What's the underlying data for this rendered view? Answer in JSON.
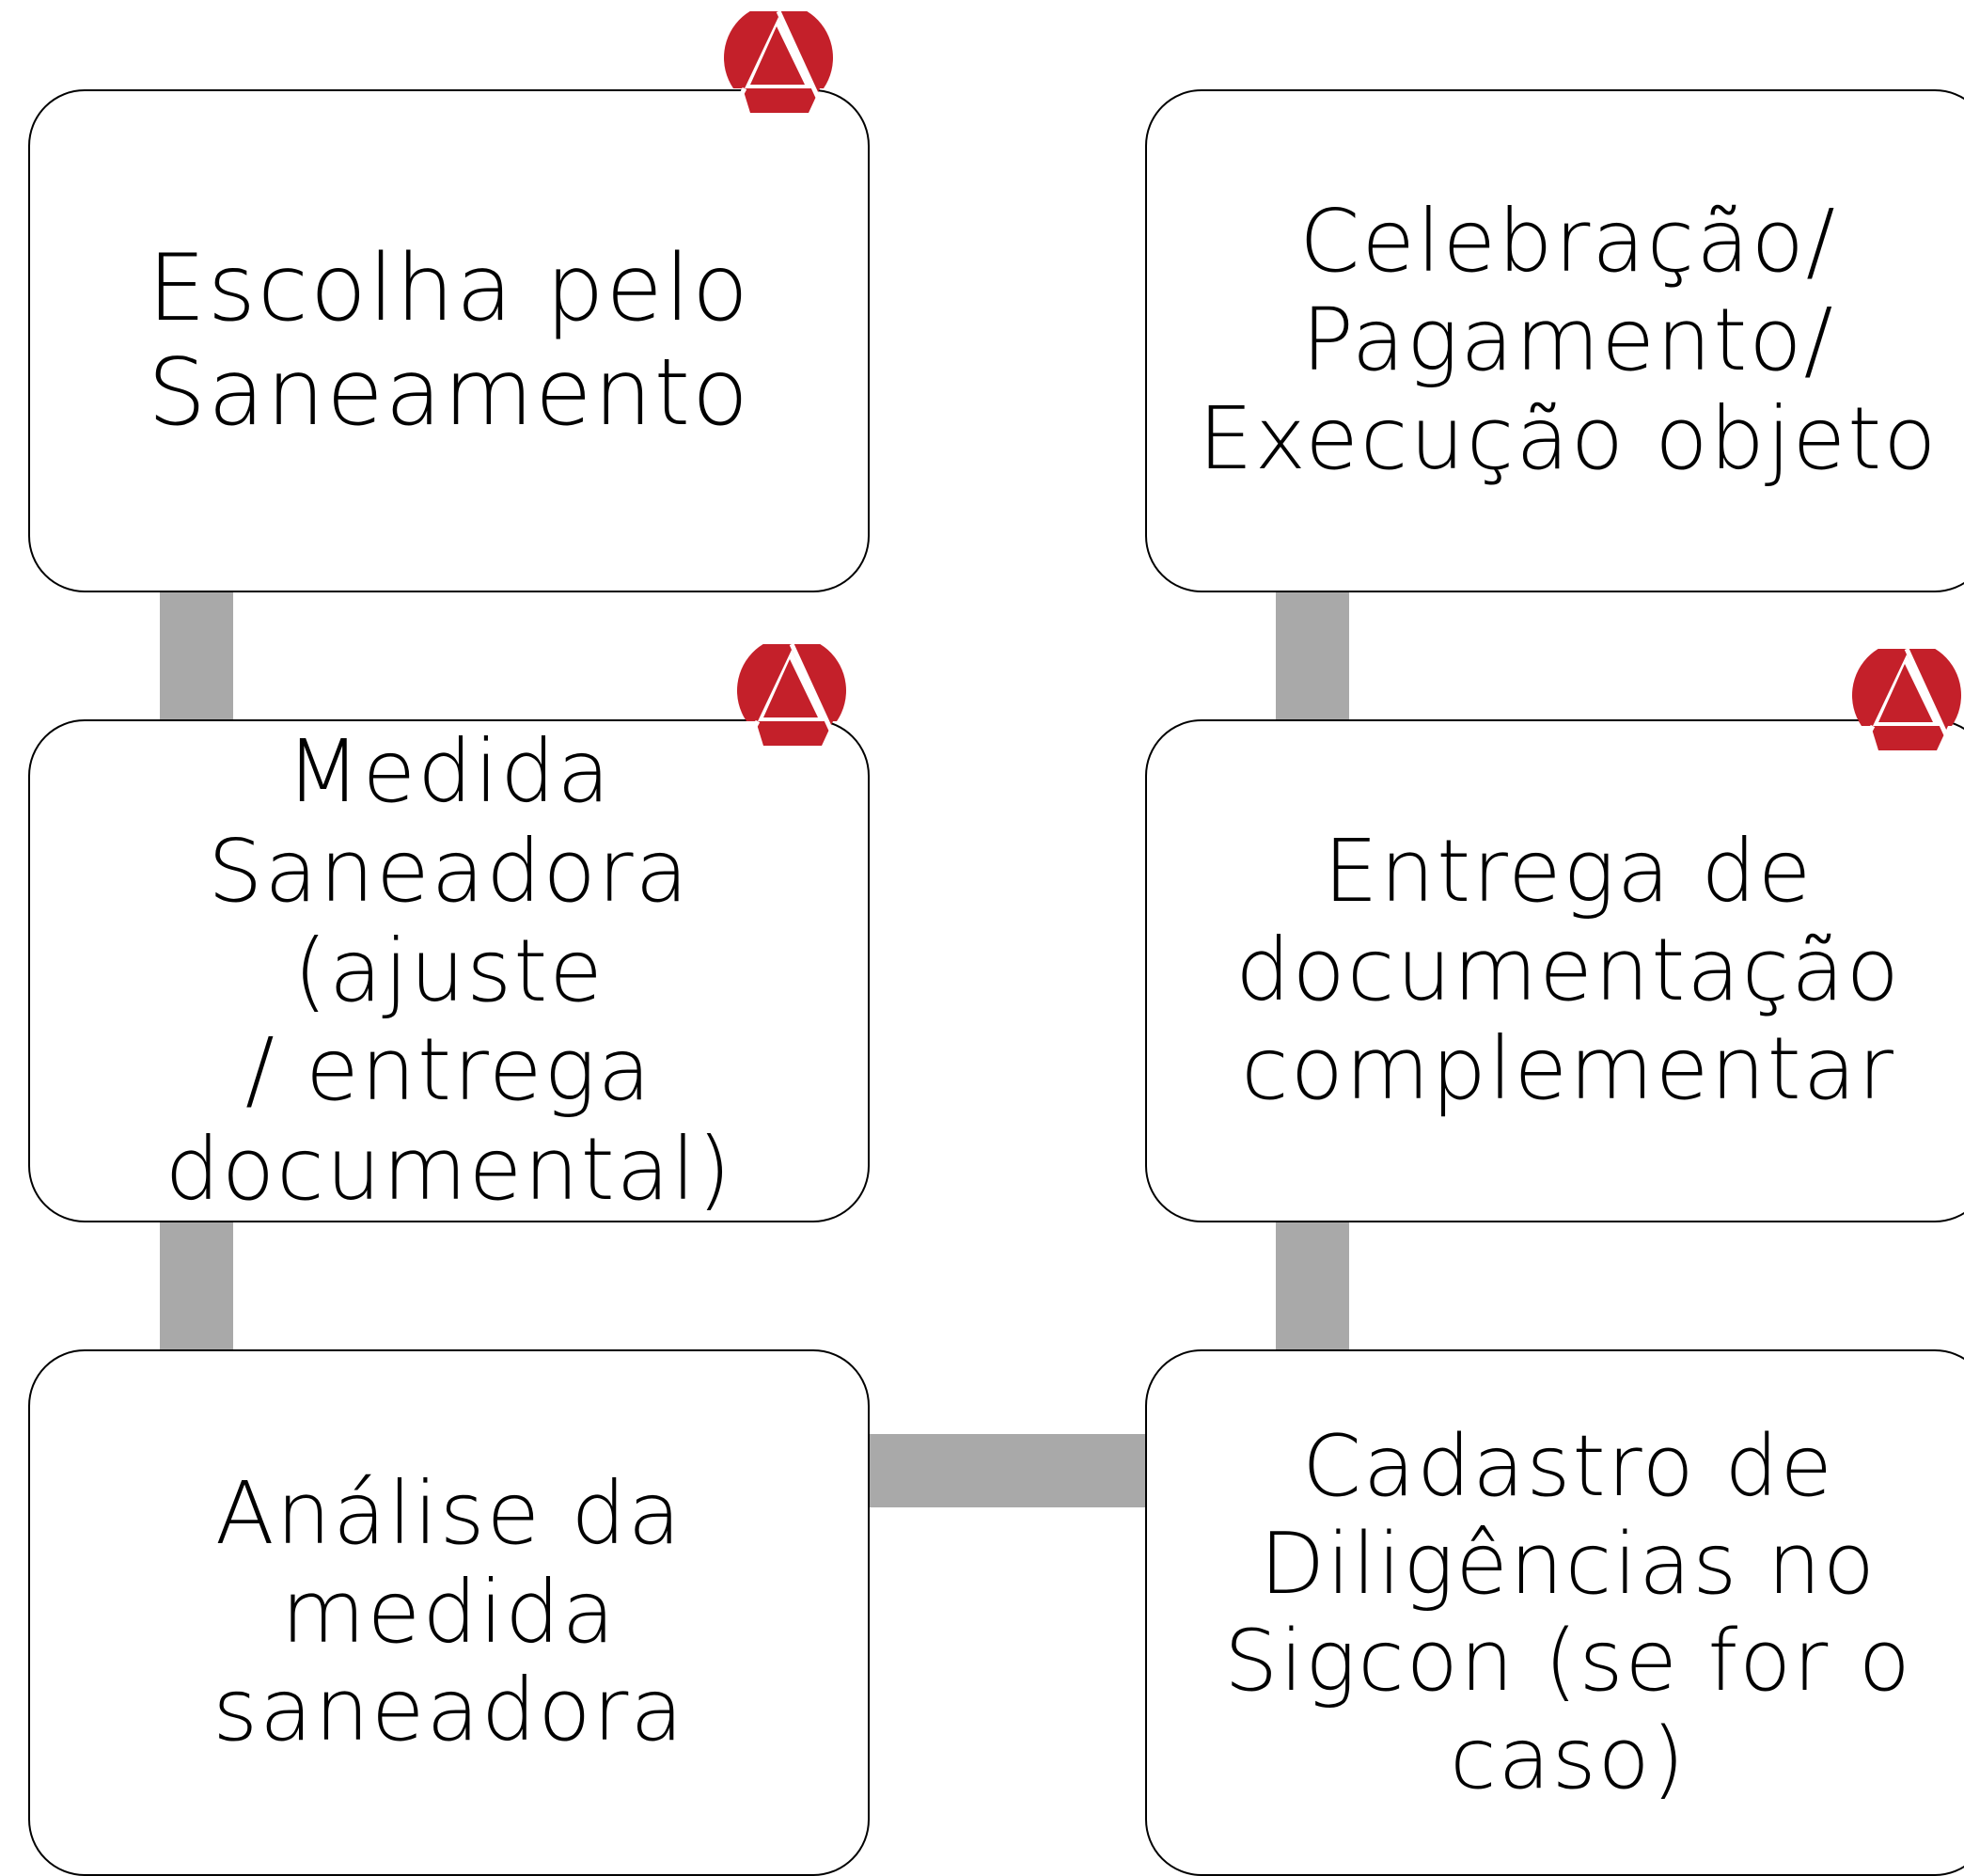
{
  "diagram": {
    "boxes": [
      {
        "id": "escolha",
        "label": "Escolha pelo\nSaneamento"
      },
      {
        "id": "celebracao",
        "label": "Celebração/\nPagamento/\nExecução objeto"
      },
      {
        "id": "medida",
        "label": "Medida\nSaneadora (ajuste\n/ entrega\ndocumental)"
      },
      {
        "id": "entrega",
        "label": "Entrega de\ndocumentação\ncomplementar"
      },
      {
        "id": "analise",
        "label": "Análise da\nmedida\nsaneadora"
      },
      {
        "id": "cadastro",
        "label": "Cadastro de\nDiligências  no\nSigcon (se for o\ncaso)"
      }
    ],
    "logo_icon": "red-triangle-circle-logo-icon",
    "colors": {
      "connector": "#a9a9a9",
      "logo_red": "#c4202a",
      "border": "#000000",
      "box_fill": "#ffffff"
    }
  }
}
